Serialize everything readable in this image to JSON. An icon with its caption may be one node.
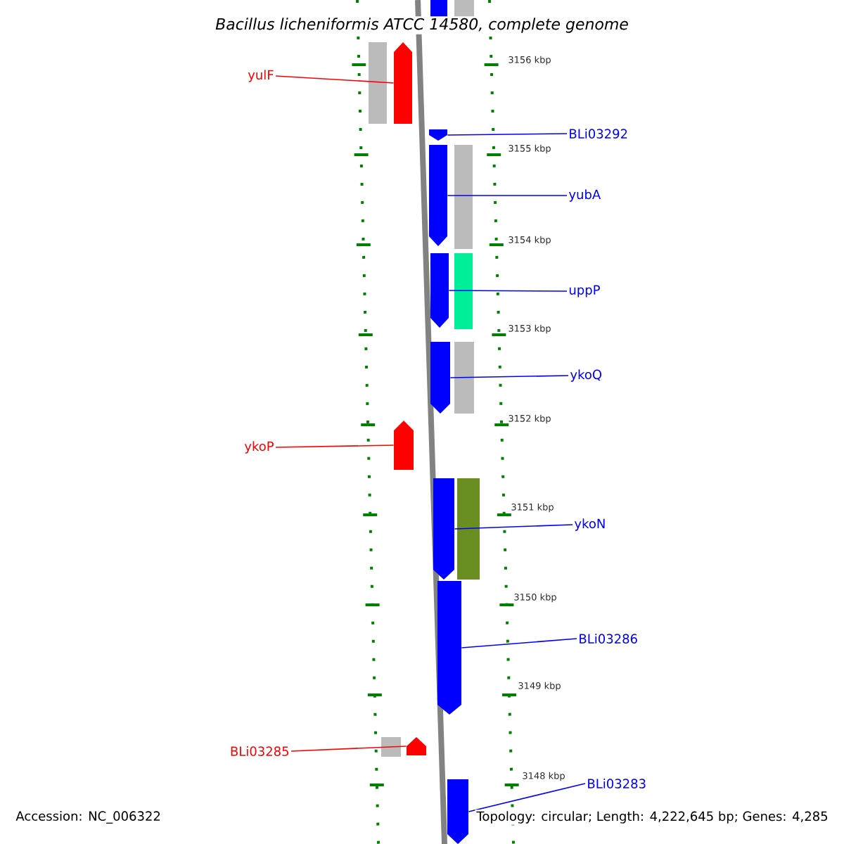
{
  "diagram": {
    "title": "Bacillus licheniformis ATCC 14580, complete genome",
    "nodes": [
      {
        "text": [
          "yulF"
        ]
      },
      {
        "text": [],
        "shape": "bar"
      },
      {
        "text": [
          "BLi03292"
        ]
      },
      {
        "text": [],
        "shape": "bar"
      },
      {
        "text": [
          "yubA"
        ]
      },
      {
        "text": [],
        "shape": "bar"
      },
      {
        "text": [
          "uppP"
        ]
      },
      {
        "text": [],
        "shape": "bar"
      },
      {
        "text": [
          "ykoQ"
        ]
      },
      {
        "text": [],
        "shape": "bar"
      },
      {
        "text": [
          "ykoP"
        ]
      },
      {
        "text": [],
        "shape": "bar"
      },
      {
        "text": [
          "ykoN"
        ]
      },
      {
        "text": [],
        "shape": "bar"
      },
      {
        "text": [
          "BLi03286"
        ]
      },
      {
        "text": [],
        "shape": "bar"
      },
      {
        "text": [
          "BLi03285"
        ]
      },
      {
        "text": [],
        "shape": "bar"
      },
      {
        "text": [
          "BLi03283"
        ]
      },
      {
        "text": [],
        "shape": "bar"
      }
    ],
    "edges": [
      {
        "from": 0,
        "to": 1,
        "arrow": "none",
        "color": "#ff0000"
      },
      {
        "from": 2,
        "to": 3,
        "arrow": "none"
      },
      {
        "from": 4,
        "to": 5,
        "arrow": "none"
      },
      {
        "from": 6,
        "to": 7,
        "arrow": "none"
      },
      {
        "from": 8,
        "to": 9,
        "arrow": "none"
      },
      {
        "from": 10,
        "to": 11,
        "arrow": "none",
        "color": "#ff0000"
      },
      {
        "from": 12,
        "to": 13,
        "arrow": "none"
      },
      {
        "from": 14,
        "to": 15,
        "arrow": "none"
      },
      {
        "from": 16,
        "to": 17,
        "arrow": "none",
        "color": "#ff0000"
      },
      {
        "from": 18,
        "to": 19,
        "arrow": "none"
      }
    ],
    "labels": [
      "3156 kbp",
      "3155 kbp",
      "3154 kbp",
      "3153 kbp",
      "3152 kbp",
      "3151 kbp",
      "3150 kbp",
      "3149 kbp",
      "3148 kbp",
      "Accession: NC_006322",
      "Topology: circular; Length: 4,222,645 bp; Genes: 4,285"
    ]
  }
}
